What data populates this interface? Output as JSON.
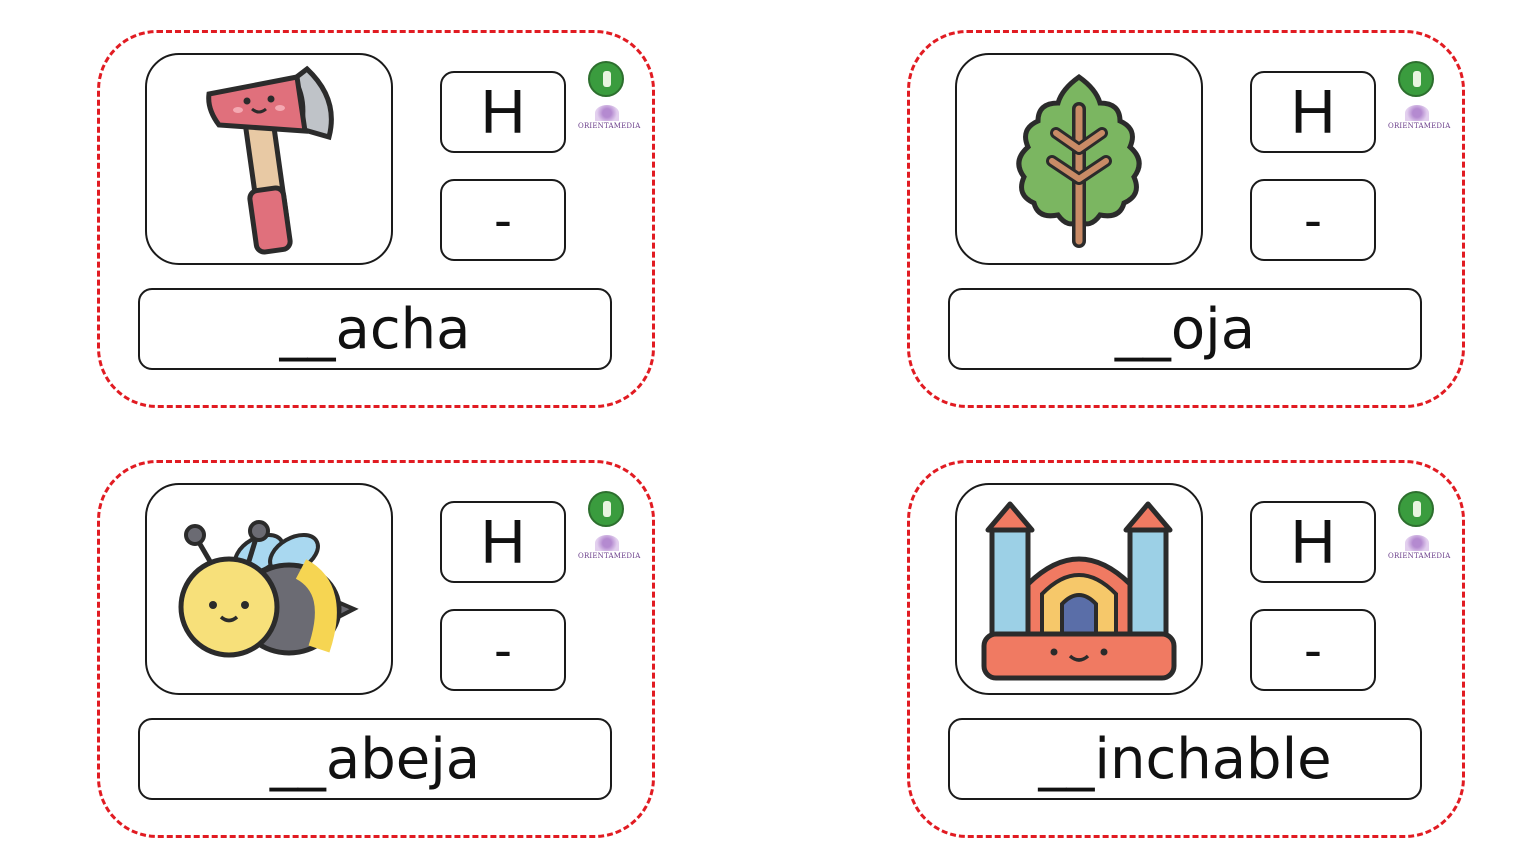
{
  "accent_color": "#e11b22",
  "cards": [
    {
      "icon": "axe-icon",
      "option_h": "H",
      "option_dash": "-",
      "word": "__acha"
    },
    {
      "icon": "leaf-icon",
      "option_h": "H",
      "option_dash": "-",
      "word": "__oja"
    },
    {
      "icon": "bee-icon",
      "option_h": "H",
      "option_dash": "-",
      "word": "__abeja"
    },
    {
      "icon": "bouncy-castle-icon",
      "option_h": "H",
      "option_dash": "-",
      "word": "__inchable"
    }
  ],
  "logos": {
    "green": "aulaPT-logo-icon",
    "purple_text": "ORIENTAMEDIA"
  }
}
